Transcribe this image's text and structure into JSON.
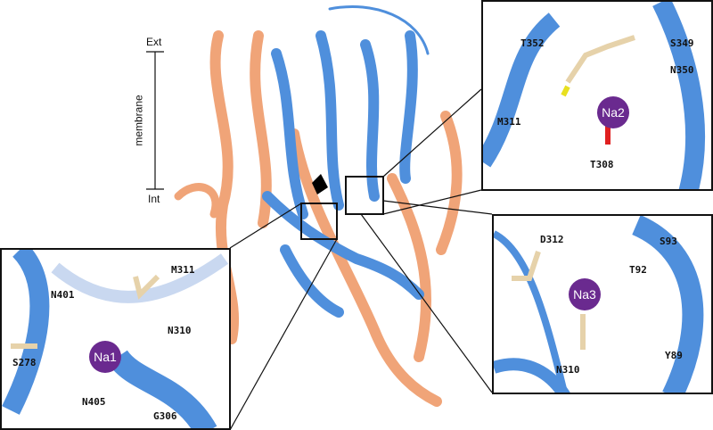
{
  "membrane_scale": {
    "top": "Ext",
    "label": "membrane",
    "bottom": "Int"
  },
  "colors": {
    "helix_blue": "#4f8fdc",
    "helix_salmon": "#f0a478",
    "sodium": "#6a2a8f",
    "oxygen": "#e02020",
    "nitrogen": "#2040e0",
    "sulfur": "#e8e020",
    "carbon": "#e6d2aa"
  },
  "inset_na2": {
    "ion": "Na2",
    "residues": [
      "T352",
      "S349",
      "N350",
      "M311",
      "T308"
    ]
  },
  "inset_na3": {
    "ion": "Na3",
    "residues": [
      "D312",
      "S93",
      "T92",
      "N310",
      "Y89"
    ]
  },
  "inset_na1": {
    "ion": "Na1",
    "residues": [
      "N401",
      "M311",
      "N310",
      "S278",
      "N405",
      "G306"
    ]
  }
}
